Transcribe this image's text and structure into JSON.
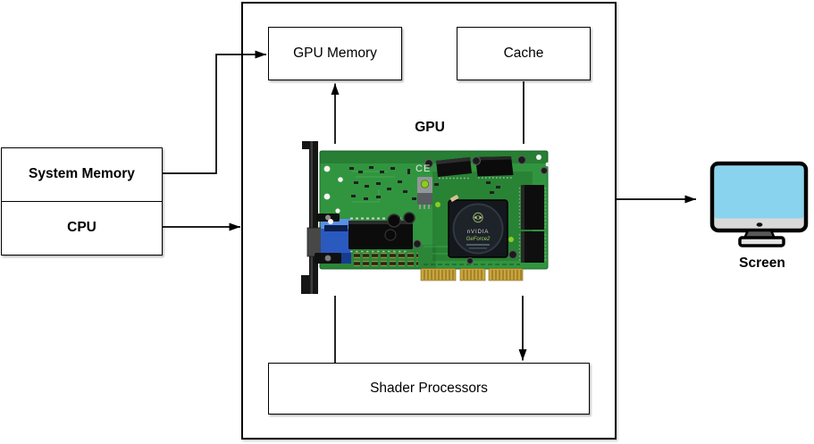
{
  "nodes": {
    "system_memory": "System Memory",
    "cpu": "CPU",
    "gpu_memory": "GPU Memory",
    "cache": "Cache",
    "gpu": "GPU",
    "shader_processors": "Shader Processors",
    "screen": "Screen"
  },
  "card": {
    "ce_mark": "CE",
    "chip_brand": "nVIDIA",
    "chip_model": "GeForce2"
  },
  "colors": {
    "line": "#000000",
    "box_fill": "#ffffff",
    "pcb_green": "#31953f",
    "connector_gold": "#caa53e",
    "vga_blue": "#2a5ac0",
    "screen_blue": "#8ad3ee"
  }
}
